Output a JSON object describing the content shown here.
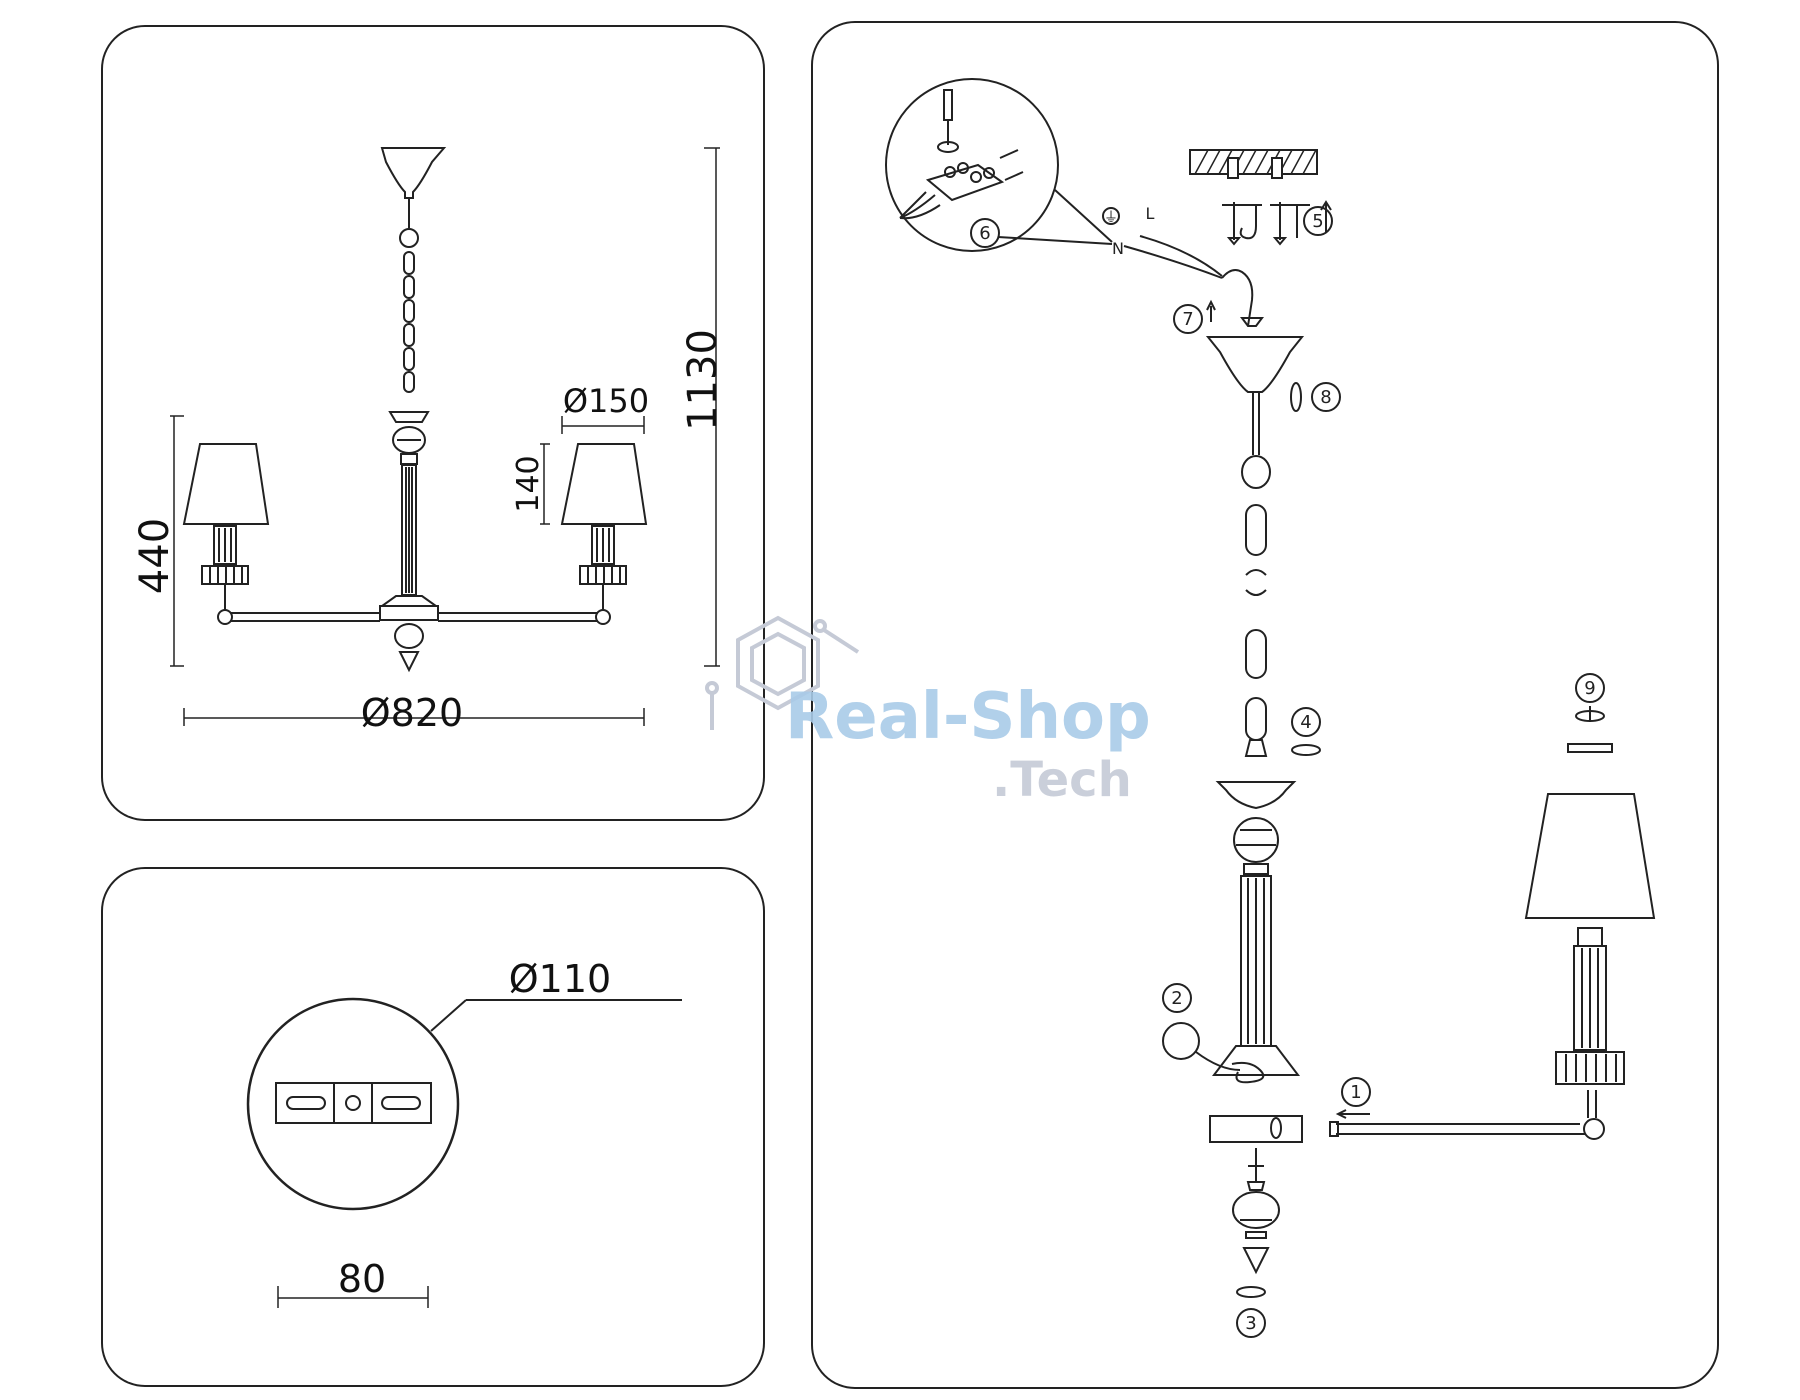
{
  "dimensions_panel": {
    "overall_diameter": "Ø820",
    "overall_height": "1130",
    "body_height": "440",
    "shade_diameter": "Ø150",
    "shade_height": "140"
  },
  "mounting_panel": {
    "canopy_diameter": "Ø110",
    "bracket_width": "80"
  },
  "assembly_panel": {
    "steps": [
      "1",
      "2",
      "3",
      "4",
      "5",
      "6",
      "7",
      "8",
      "9"
    ],
    "wire_labels": {
      "live": "L",
      "neutral": "N",
      "ground": "⏚"
    }
  },
  "watermark": {
    "line1": "Real-Shop",
    "line2": ".Tech"
  },
  "colors": {
    "line": "#222222",
    "watermark_blue": "#a9cbe8",
    "watermark_grey": "#c5cad6"
  }
}
